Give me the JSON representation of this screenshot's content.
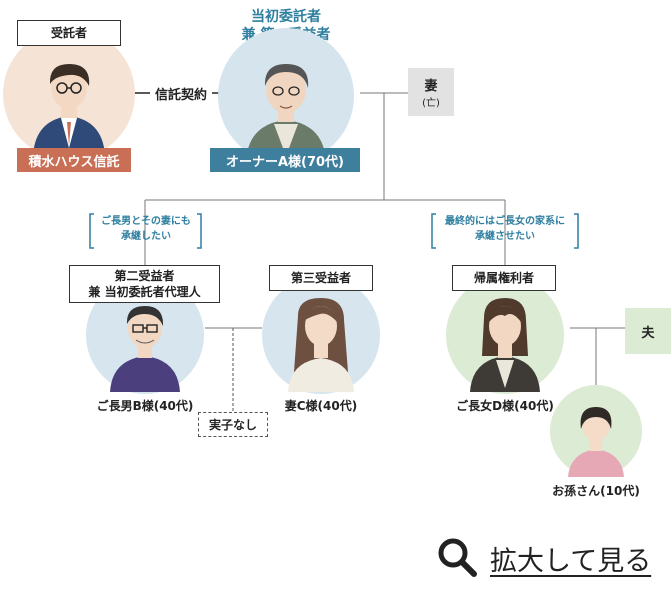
{
  "trustee": {
    "role_label": "受託者",
    "name_label": "積水ハウス信託"
  },
  "contract_label": "信託契約",
  "settlor": {
    "title_line1": "当初委託者",
    "title_line2": "兼 第一受益者",
    "name_label": "オーナーA様(70代)"
  },
  "wife": {
    "label": "妻",
    "status": "(亡)"
  },
  "note_left": {
    "line1": "ご長男とその妻にも",
    "line2": "承継したい"
  },
  "note_right": {
    "line1": "最終的にはご長女の家系に",
    "line2": "承継させたい"
  },
  "son": {
    "role_line1": "第二受益者",
    "role_line2": "兼 当初委託者代理人",
    "caption": "ご長男B様(40代)"
  },
  "son_wife": {
    "role": "第三受益者",
    "caption": "妻C様(40代)"
  },
  "no_children": "実子なし",
  "daughter": {
    "role": "帰属権利者",
    "caption": "ご長女D様(40代)"
  },
  "husband": {
    "label": "夫"
  },
  "grandchild": {
    "caption": "お孫さん(10代)"
  },
  "zoom": {
    "label": "拡大して見る"
  },
  "colors": {
    "trustee_circle": "#f5e3d6",
    "trustee_label": "#c96f55",
    "settlor_circle": "#d5e4ed",
    "settlor_label": "#3f7f9e",
    "family_circle": "#d6e5ee",
    "daughter_circle": "#dcebd4",
    "grandchild_circle": "#dcebd4",
    "grey_box": "#e2e2e2",
    "green_box": "#dcebd4",
    "accent_text": "#2f7fa0"
  }
}
